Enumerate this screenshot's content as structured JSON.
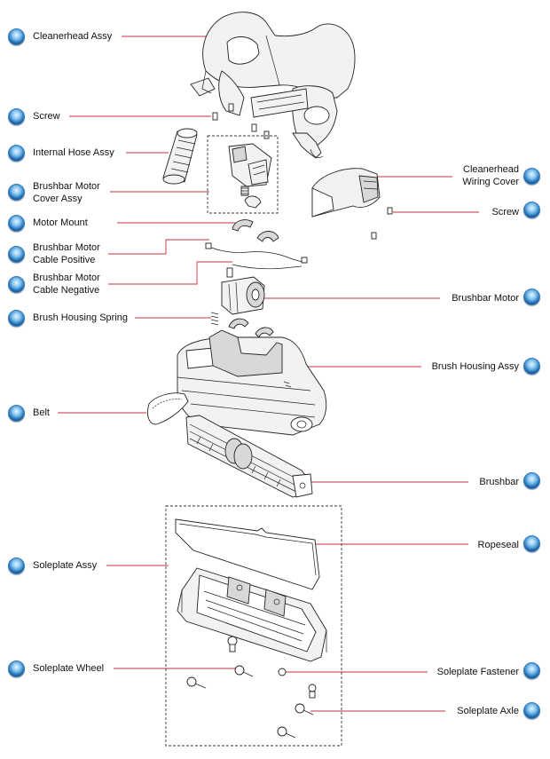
{
  "labels": {
    "cleanerhead_assy": "Cleanerhead Assy",
    "screw_left": "Screw",
    "internal_hose_assy": "Internal Hose Assy",
    "brushbar_motor_cover_assy_1": "Brushbar Motor",
    "brushbar_motor_cover_assy_2": "Cover Assy",
    "motor_mount": "Motor Mount",
    "cable_positive_1": "Brushbar Motor",
    "cable_positive_2": "Cable Positive",
    "cable_negative_1": "Brushbar Motor",
    "cable_negative_2": "Cable Negative",
    "brush_housing_spring": "Brush Housing Spring",
    "belt": "Belt",
    "soleplate_assy": "Soleplate Assy",
    "soleplate_wheel": "Soleplate Wheel",
    "cleanerhead_wiring_cover_1": "Cleanerhead",
    "cleanerhead_wiring_cover_2": "Wiring Cover",
    "screw_right": "Screw",
    "brushbar_motor": "Brushbar Motor",
    "brush_housing_assy": "Brush Housing Assy",
    "brushbar": "Brushbar",
    "ropeseal": "Ropeseal",
    "soleplate_fastener": "Soleplate Fastener",
    "soleplate_axle": "Soleplate Axle"
  },
  "colors": {
    "leader_line": "#c8323c",
    "bullet": "#2f88d4",
    "outline": "#222222"
  },
  "icons": {
    "bullet": "blue-sphere-icon"
  }
}
